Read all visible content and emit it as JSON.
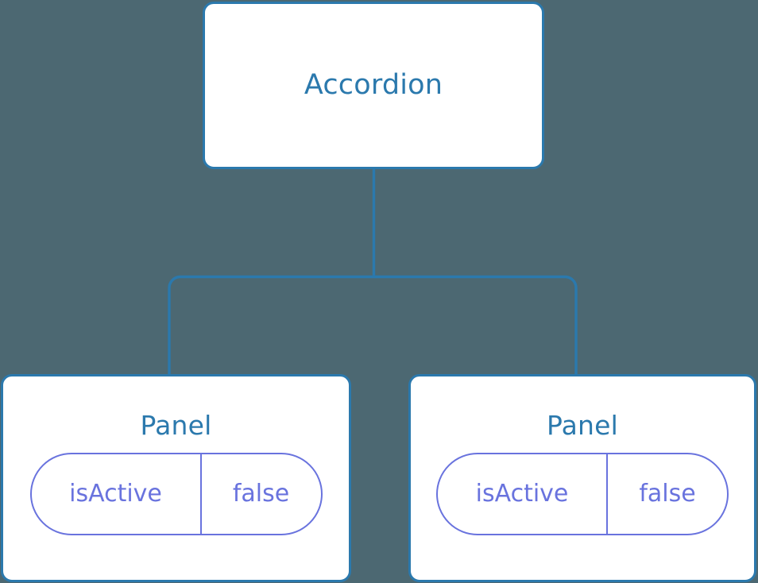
{
  "diagram": {
    "type": "component-tree",
    "background_color": "#4c6872",
    "node_border_color": "#2b79ad",
    "node_title_color": "#2b79ad",
    "node_fill_color": "#ffffff",
    "edge_color": "#2b79ad",
    "state_pill_color": "#6973de",
    "root": {
      "label": "Accordion"
    },
    "children": [
      {
        "label": "Panel",
        "state": {
          "key": "isActive",
          "value": "false"
        }
      },
      {
        "label": "Panel",
        "state": {
          "key": "isActive",
          "value": "false"
        }
      }
    ]
  }
}
